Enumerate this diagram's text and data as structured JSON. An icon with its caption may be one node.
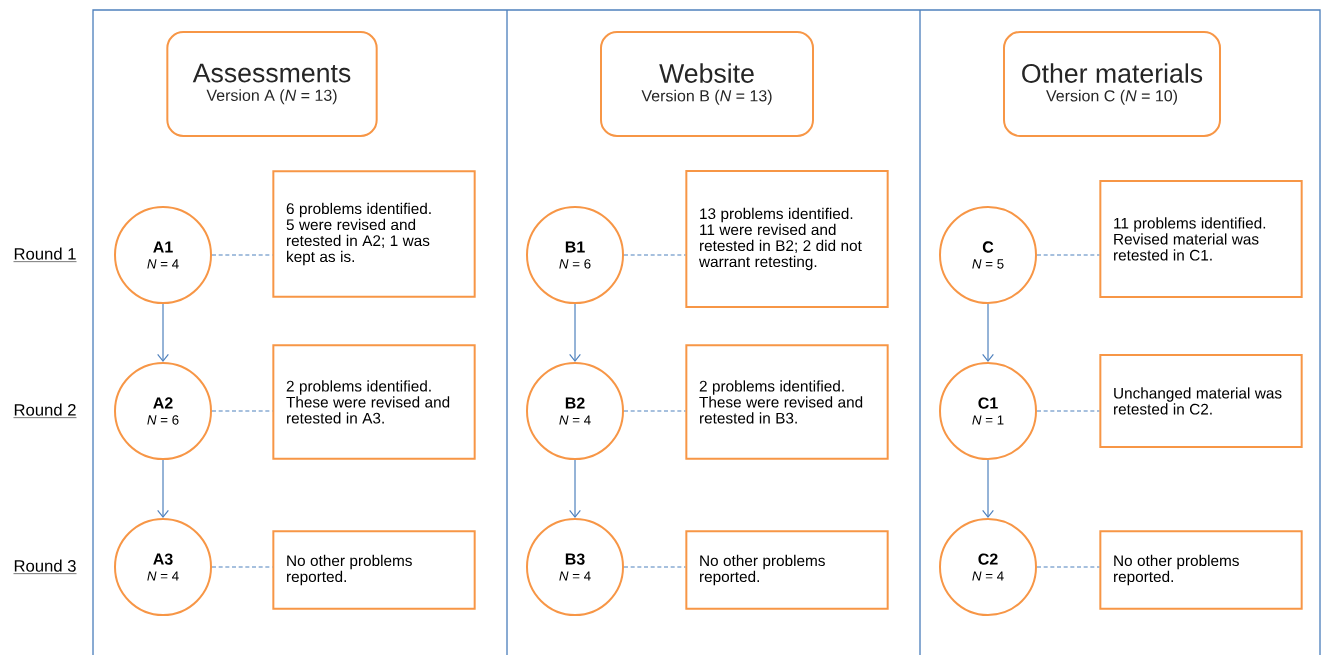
{
  "diagram": {
    "nodes": [
      {
        "text": [
          "Assessments",
          "Version A (*N* = 13)"
        ]
      },
      {
        "text": [
          "A1",
          "*N* = 4"
        ]
      },
      {
        "text": [
          "6 problems identified. 5 were revised and retested in A2; 1 was kept as is."
        ]
      },
      {
        "text": [
          "A2",
          "*N* = 6"
        ]
      },
      {
        "text": [
          "2 problems identified. These were revised and retested in A3."
        ]
      },
      {
        "text": [
          "A3",
          "*N* = 4"
        ]
      },
      {
        "text": [
          "No other problems reported."
        ]
      },
      {
        "text": [
          "Website",
          "Version B (*N* = 13)"
        ]
      },
      {
        "text": [
          "B1",
          "*N* = 6"
        ]
      },
      {
        "text": [
          "13 problems identified. 11 were revised and retested in B2; 2 did not warrant retesting."
        ]
      },
      {
        "text": [
          "B2",
          "*N* = 4"
        ]
      },
      {
        "text": [
          "2 problems identified. These were revised and retested in B3."
        ]
      },
      {
        "text": [
          "B3",
          "*N* = 4"
        ]
      },
      {
        "text": [
          "No other problems reported."
        ]
      },
      {
        "text": [
          "Other materials",
          "Version C (*N* = 10)"
        ]
      },
      {
        "text": [
          "C",
          "*N* = 5"
        ]
      },
      {
        "text": [
          "11 problems identified. Revised material was retested in C1."
        ]
      },
      {
        "text": [
          "C1",
          "*N* = 1"
        ]
      },
      {
        "text": [
          "Unchanged material was retested in C2."
        ]
      },
      {
        "text": [
          "C2",
          "*N* = 4"
        ]
      },
      {
        "text": [
          "No other problems reported."
        ]
      }
    ],
    "edges": [
      {
        "from": 1,
        "to": 2,
        "arrow": "none",
        "style": "dashed"
      },
      {
        "from": 1,
        "to": 3,
        "arrow": "to"
      },
      {
        "from": 3,
        "to": 4,
        "arrow": "none",
        "style": "dashed"
      },
      {
        "from": 3,
        "to": 5,
        "arrow": "to"
      },
      {
        "from": 5,
        "to": 6,
        "arrow": "none",
        "style": "dashed"
      },
      {
        "from": 8,
        "to": 9,
        "arrow": "none",
        "style": "dashed"
      },
      {
        "from": 8,
        "to": 10,
        "arrow": "to"
      },
      {
        "from": 10,
        "to": 11,
        "arrow": "none",
        "style": "dashed"
      },
      {
        "from": 10,
        "to": 12,
        "arrow": "to"
      },
      {
        "from": 12,
        "to": 13,
        "arrow": "none",
        "style": "dashed"
      },
      {
        "from": 15,
        "to": 16,
        "arrow": "none",
        "style": "dashed"
      },
      {
        "from": 15,
        "to": 17,
        "arrow": "to"
      },
      {
        "from": 17,
        "to": 18,
        "arrow": "none",
        "style": "dashed"
      },
      {
        "from": 17,
        "to": 19,
        "arrow": "to"
      },
      {
        "from": 19,
        "to": 20,
        "arrow": "none",
        "style": "dashed"
      }
    ],
    "labels": [
      "Round 1",
      "Round 2",
      "Round 3"
    ]
  }
}
